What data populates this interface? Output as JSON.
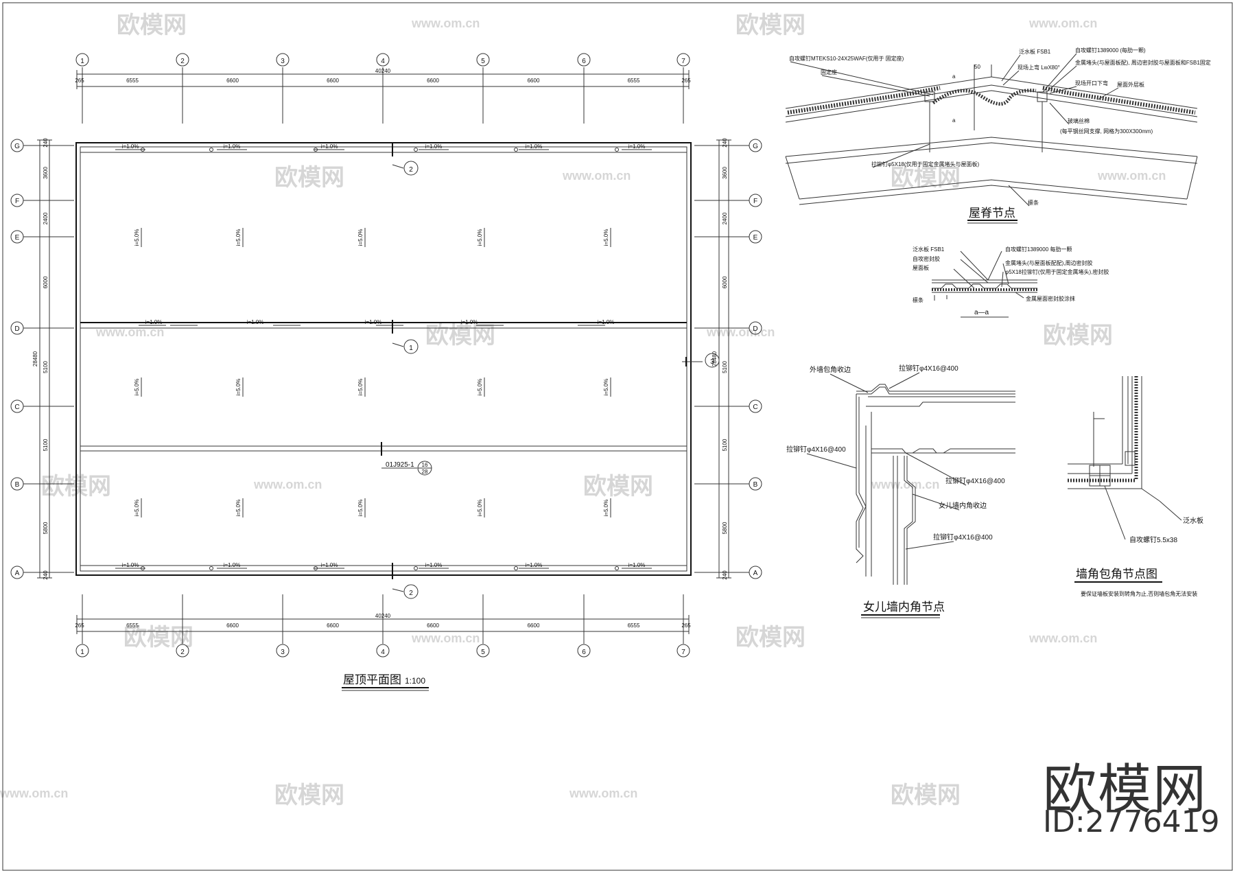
{
  "watermark": {
    "text": "欧模网",
    "url": "www.om.cn"
  },
  "brand": {
    "name": "欧模网",
    "id": "ID:2776419"
  },
  "plan": {
    "title": "屋顶平面图",
    "scale": "1:100",
    "col_axes": [
      "1",
      "2",
      "3",
      "4",
      "5",
      "6",
      "7"
    ],
    "row_axes": [
      "G",
      "F",
      "E",
      "D",
      "C",
      "B",
      "A"
    ],
    "col_dims": [
      "265",
      "6555",
      "6600",
      "6600",
      "6600",
      "6600",
      "6555",
      "265"
    ],
    "total_width": "40240",
    "row_dims_left": [
      "240",
      "3600",
      "2400",
      "6000",
      "5100",
      "5100",
      "5800",
      "240"
    ],
    "total_height": "28480",
    "slope_gutter": "i=1.0%",
    "slope_roof": "i=5.0%",
    "callouts": [
      "2",
      "1",
      "3",
      "2"
    ],
    "ref_label": "01J925-1",
    "ref_index": "16",
    "ref_page": "28"
  },
  "ridge": {
    "title": "屋脊节点",
    "labels": [
      "自攻螺钉MTEKS10-24X25WAF(仅用于 固定座)",
      "固定座",
      "泛水板 FSB1",
      "现场上弯 LwX80°",
      "自攻螺钉1389000 (每肋一颗)",
      "金属堵头(与屋面板配), 周边密封胶与屋面板和FSB1固定",
      "现场开口下弯",
      "屋面外层板",
      "玻璃丝棉",
      "(每平钢丝网支撑, 网格为300X300mm)",
      "拉铆钉φ5X18(仅用于固定金属堵头与屋面板)",
      "檩条",
      "50",
      "a"
    ]
  },
  "section_aa": {
    "title": "a—a",
    "labels": [
      "泛水板 FSB1",
      "自攻螺钉1389000 每肋一颗",
      "自攻密封胶",
      "屋面板",
      "金属堵头(与屋面板配配),周边密封胶",
      "φ5X18拉铆钉(仅用于固定金属堵头),密封胶",
      "檩条",
      "金属屋面密封胶涂抹"
    ]
  },
  "parapet": {
    "title": "女儿墙内角节点",
    "labels": [
      "外墙包角收边",
      "拉铆钉φ4X16@400",
      "拉铆钉φ4X16@400",
      "拉铆钉φ4X16@400",
      "女儿墙内角收边",
      "拉铆钉φ4X16@400"
    ]
  },
  "corner": {
    "title": "墙角包角节点图",
    "note": "要保证墙板安装到转角为止,否则墙包角无法安装",
    "labels": [
      "泛水板",
      "自攻螺钉5.5x38"
    ]
  }
}
